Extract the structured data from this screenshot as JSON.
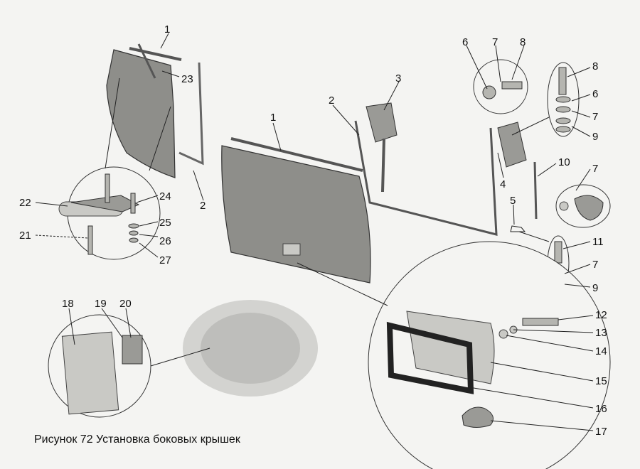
{
  "caption": "Рисунок 72  Установка боковых крышек",
  "callouts": [
    "1",
    "23",
    "2",
    "22",
    "24",
    "25",
    "26",
    "21",
    "27",
    "1",
    "2",
    "3",
    "6",
    "7",
    "8",
    "8",
    "6",
    "7",
    "9",
    "10",
    "7",
    "4",
    "5",
    "11",
    "7",
    "9",
    "18",
    "19",
    "20",
    "12",
    "13",
    "14",
    "15",
    "16",
    "17"
  ]
}
